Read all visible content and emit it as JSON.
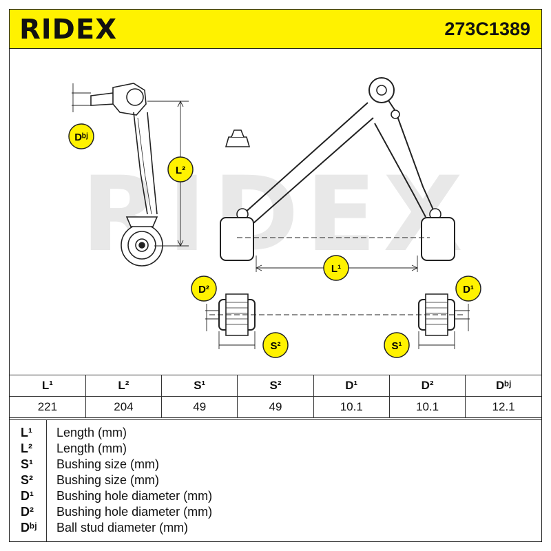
{
  "header": {
    "brand": "RIDEX",
    "part_number": "273C1389"
  },
  "watermark": "RIDEX",
  "labels": {
    "dbj": "Dᵇʲ",
    "l2": "L²",
    "l1": "L¹",
    "d2": "D²",
    "d1": "D¹",
    "s2": "S²",
    "s1": "S¹"
  },
  "specs": {
    "headers": [
      "L¹",
      "L²",
      "S¹",
      "S²",
      "D¹",
      "D²",
      "Dᵇʲ"
    ],
    "values": [
      "221",
      "204",
      "49",
      "49",
      "10.1",
      "10.1",
      "12.1"
    ]
  },
  "legend": [
    {
      "key": "L¹",
      "desc": "Length (mm)"
    },
    {
      "key": "L²",
      "desc": "Length (mm)"
    },
    {
      "key": "S¹",
      "desc": "Bushing size (mm)"
    },
    {
      "key": "S²",
      "desc": "Bushing size (mm)"
    },
    {
      "key": "D¹",
      "desc": "Bushing hole diameter (mm)"
    },
    {
      "key": "D²",
      "desc": "Bushing hole diameter (mm)"
    },
    {
      "key": "Dᵇʲ",
      "desc": "Ball stud diameter (mm)"
    }
  ],
  "colors": {
    "header_bg": "#fff200",
    "badge_bg": "#fff200",
    "line": "#222222",
    "watermark": "#e6e6e6"
  }
}
